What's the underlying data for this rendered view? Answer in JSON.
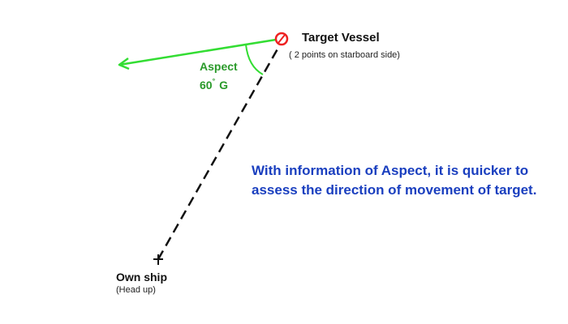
{
  "target": {
    "name": "Target Vessel",
    "note": "( 2 points on starboard side)"
  },
  "aspect": {
    "label": "Aspect",
    "value_number": "60",
    "degree_symbol": "°",
    "value_suffix": "G"
  },
  "message": {
    "line1": "With information of Aspect, it is quicker to",
    "line2": "assess the direction of movement of target."
  },
  "own_ship": {
    "name": "Own ship",
    "note": "(Head up)"
  },
  "colors": {
    "heading_arrow": "#33dd33",
    "aspect_text": "#2a9a2a",
    "message_text": "#1a3fbf",
    "target_marker": "#ee2222",
    "line_of_sight": "#111111"
  }
}
